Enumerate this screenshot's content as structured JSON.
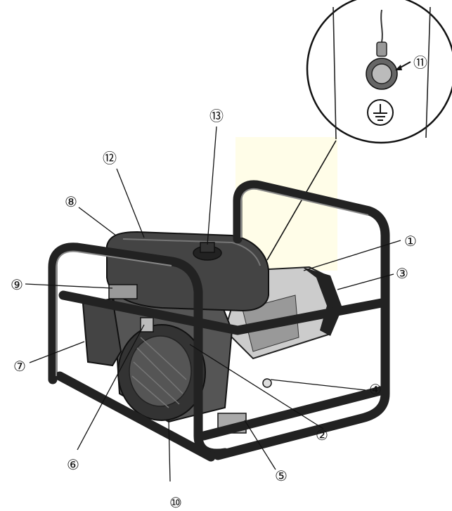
{
  "callouts": [
    {
      "id": "1",
      "text": "①"
    },
    {
      "id": "2",
      "text": "②"
    },
    {
      "id": "3",
      "text": "③"
    },
    {
      "id": "4",
      "text": "④"
    },
    {
      "id": "5",
      "text": "⑤"
    },
    {
      "id": "6",
      "text": "⑥"
    },
    {
      "id": "7",
      "text": "⑦"
    },
    {
      "id": "8",
      "text": "⑧"
    },
    {
      "id": "9",
      "text": "⑨"
    },
    {
      "id": "10",
      "text": "⑩"
    },
    {
      "id": "11",
      "text": "⑪"
    },
    {
      "id": "12",
      "text": "⑫"
    },
    {
      "id": "13",
      "text": "⑬"
    }
  ],
  "icons": {
    "ground": "ground-symbol-icon"
  }
}
